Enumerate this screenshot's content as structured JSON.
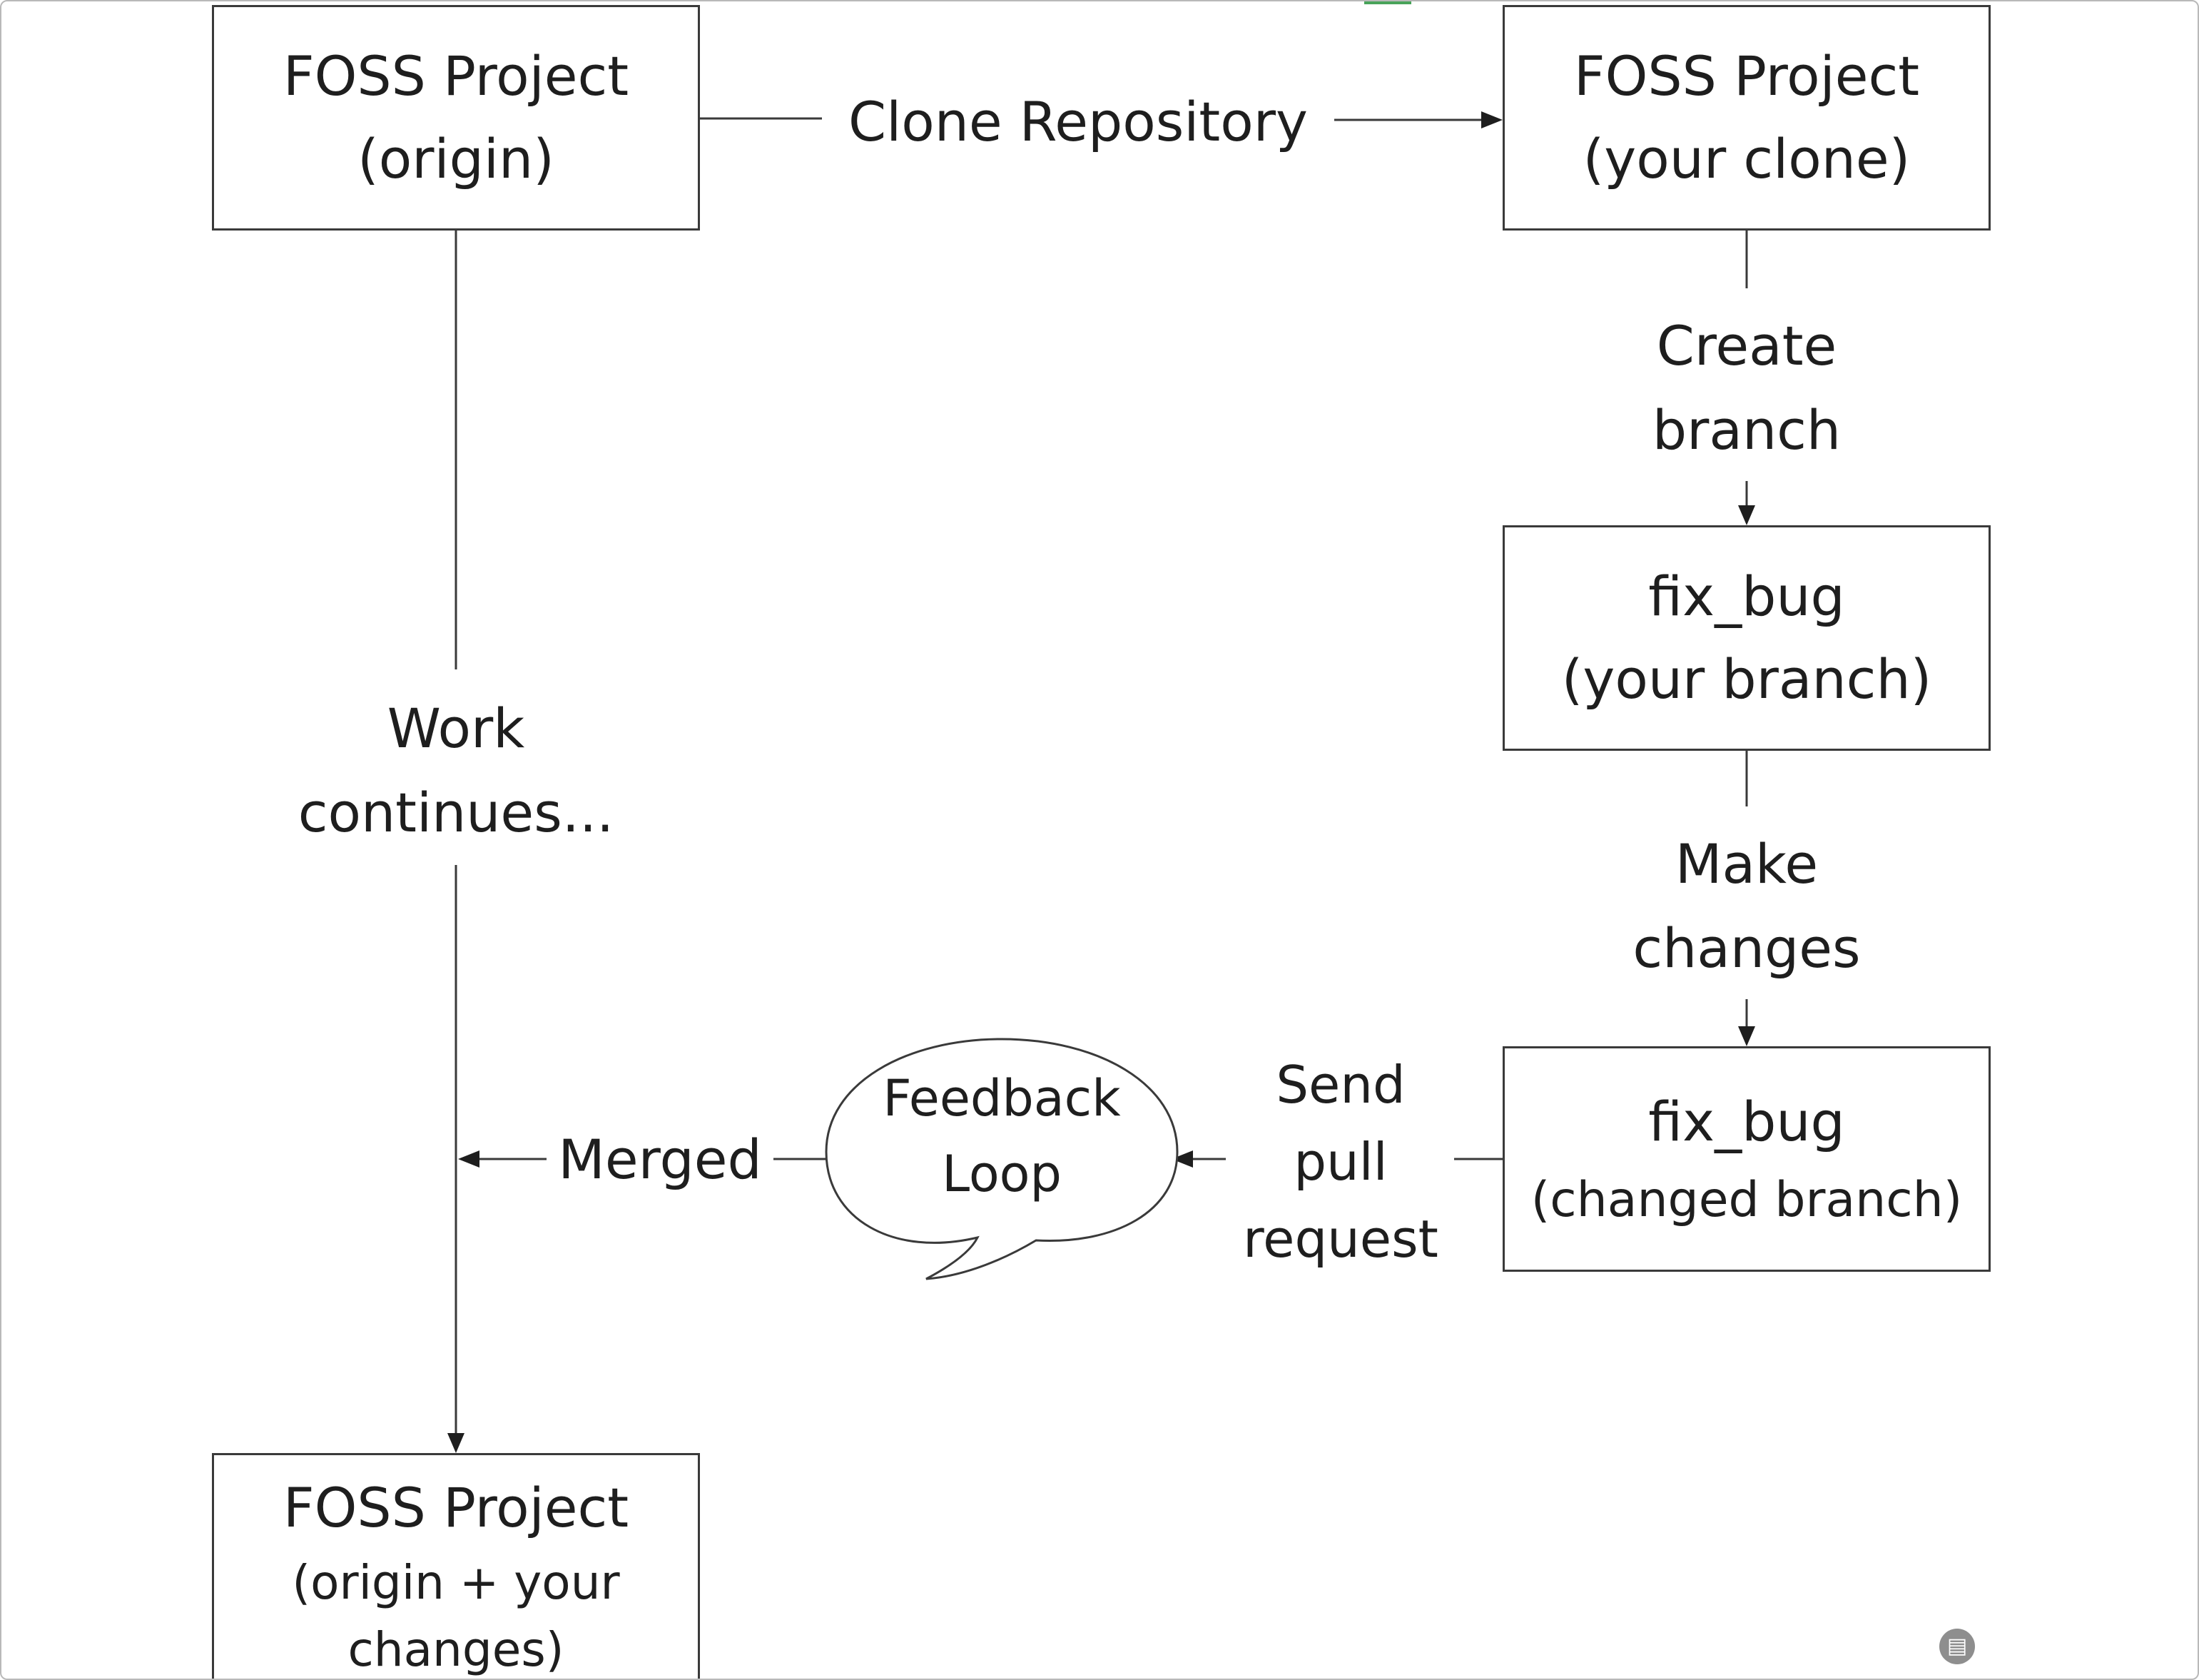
{
  "boxes": {
    "origin": {
      "line1": "FOSS Project",
      "line2": "(origin)"
    },
    "clone": {
      "line1": "FOSS Project",
      "line2": "(your clone)"
    },
    "branch": {
      "line1": "fix_bug",
      "line2": "(your branch)"
    },
    "changed": {
      "line1": "fix_bug",
      "line2": "(changed branch)"
    },
    "final": {
      "line1": "FOSS Project",
      "line2": "(origin + your",
      "line3": "changes)"
    }
  },
  "labels": {
    "clone_repository": "Clone Repository",
    "create_branch": [
      "Create",
      "branch"
    ],
    "make_changes": [
      "Make",
      "changes"
    ],
    "send_pull_request": [
      "Send",
      "pull",
      "request"
    ],
    "merged": "Merged",
    "work_continues": [
      "Work",
      "continues..."
    ]
  },
  "bubble": {
    "line1": "Feedback",
    "line2": "Loop"
  },
  "icons": {
    "corner": "chat-icon"
  },
  "colors": {
    "stroke": "#3a3a3a",
    "text": "#1e1e1e",
    "accent": "#49a35a"
  }
}
